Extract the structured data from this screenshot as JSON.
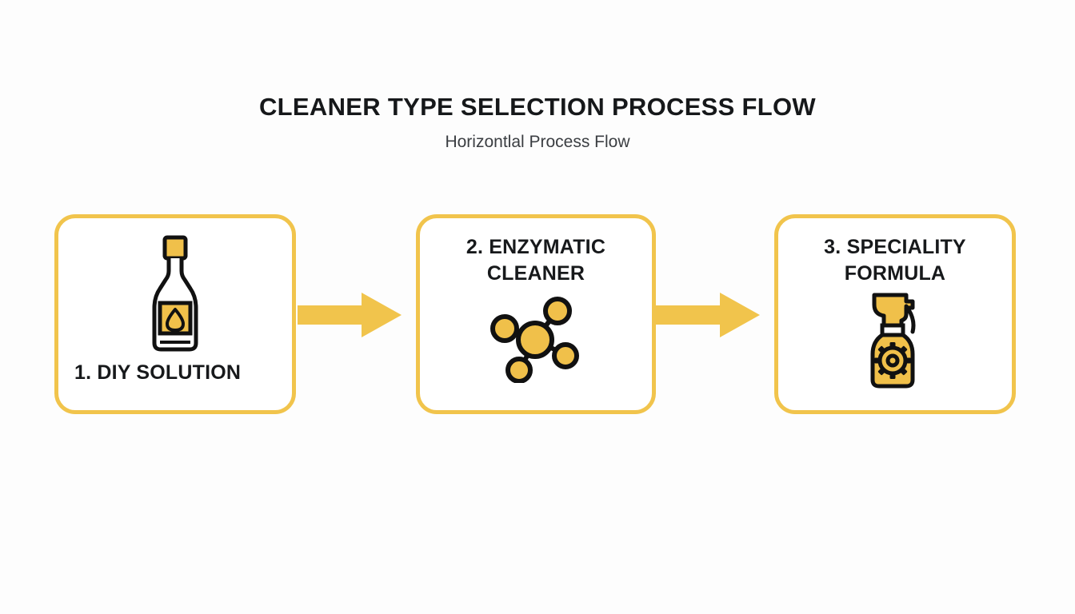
{
  "header": {
    "title": "CLEANER TYPE SELECTION PROCESS FLOW",
    "subtitle": "Horizontlal Process Flow"
  },
  "theme": {
    "accent": "#F1C44C",
    "accent_fill": "#F0C04A",
    "outline": "#111111",
    "text": "#17191B",
    "subtitle_text": "#3B3E42",
    "background": "#FDFDFD",
    "card_background": "#FFFFFF"
  },
  "flow": {
    "type": "horizontal-process-flow",
    "step_count": 3,
    "steps": [
      {
        "index": "1",
        "label": "1. DIY SOLUTION",
        "label_lines": [
          "1. DIY SOLUTION"
        ],
        "label_position": "bottom-left",
        "icon": "bottle-with-droplet-icon"
      },
      {
        "index": "2",
        "label": "2. ENZYMATIC CLEANER",
        "label_lines": [
          "2. ENZYMATIC",
          "CLEANER"
        ],
        "label_position": "top-center",
        "icon": "molecule-icon"
      },
      {
        "index": "3",
        "label": "3. SPECIALITY FORMULA",
        "label_lines": [
          "3. SPECIALITY",
          "FORMULA"
        ],
        "label_position": "top-center",
        "icon": "spray-bottle-gear-icon"
      }
    ],
    "connectors": [
      {
        "from": "1",
        "to": "2",
        "icon": "arrow-right-icon"
      },
      {
        "from": "2",
        "to": "3",
        "icon": "arrow-right-icon"
      }
    ]
  }
}
